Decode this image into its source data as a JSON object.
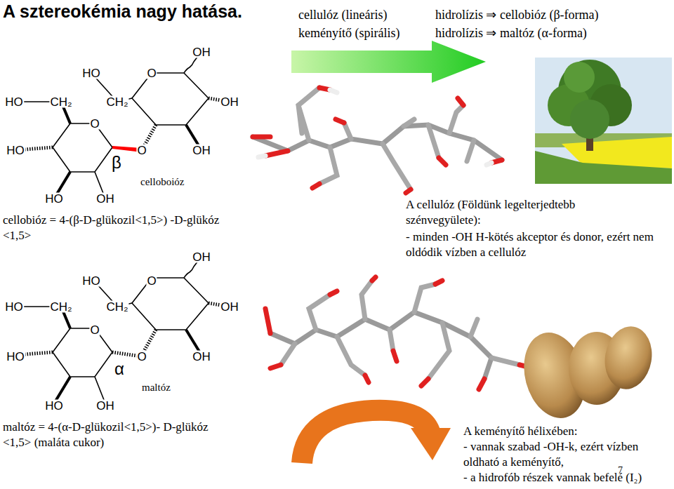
{
  "diagram": {
    "title": "A sztereokémia nagy hatása.",
    "labels": [
      "cellulóz (lineáris)",
      "hidrolízis ⇒ cellobióz (β-forma)",
      "keményítő (spirális)",
      "hidrolízis ⇒ maltóz (α-forma)",
      "OH",
      "HO",
      "O",
      "HO",
      "CH₂",
      "CH₂",
      "OH",
      "O",
      "HO",
      "β",
      "O",
      "OH",
      "celloboióz",
      "HO",
      "OH",
      "cellobióz = 4-(β-D-glükozil<1,5>) -D-glükóz <1,5>",
      "OH",
      "HO",
      "O",
      "HO",
      "CH₂",
      "CH₂",
      "OH",
      "O",
      "HO",
      "α",
      "O",
      "OH",
      "maltóz",
      "HO",
      "OH",
      "maltóz = 4-(α-D-glükozil<1,5>)- D-glükóz <1,5> (maláta cukor)",
      "A cellulóz (Földünk legelterjedtebb szénvegyülete):",
      "- minden -OH H-kötés akceptor és donor, ezért nem oldódik vízben a cellulóz",
      "A keményítő hélixében:",
      "- vannak szabad -OH-k, ezért vízben oldható a keményítő,",
      "- a hidrofób részek vannak befelé (I₂)",
      "7"
    ]
  }
}
